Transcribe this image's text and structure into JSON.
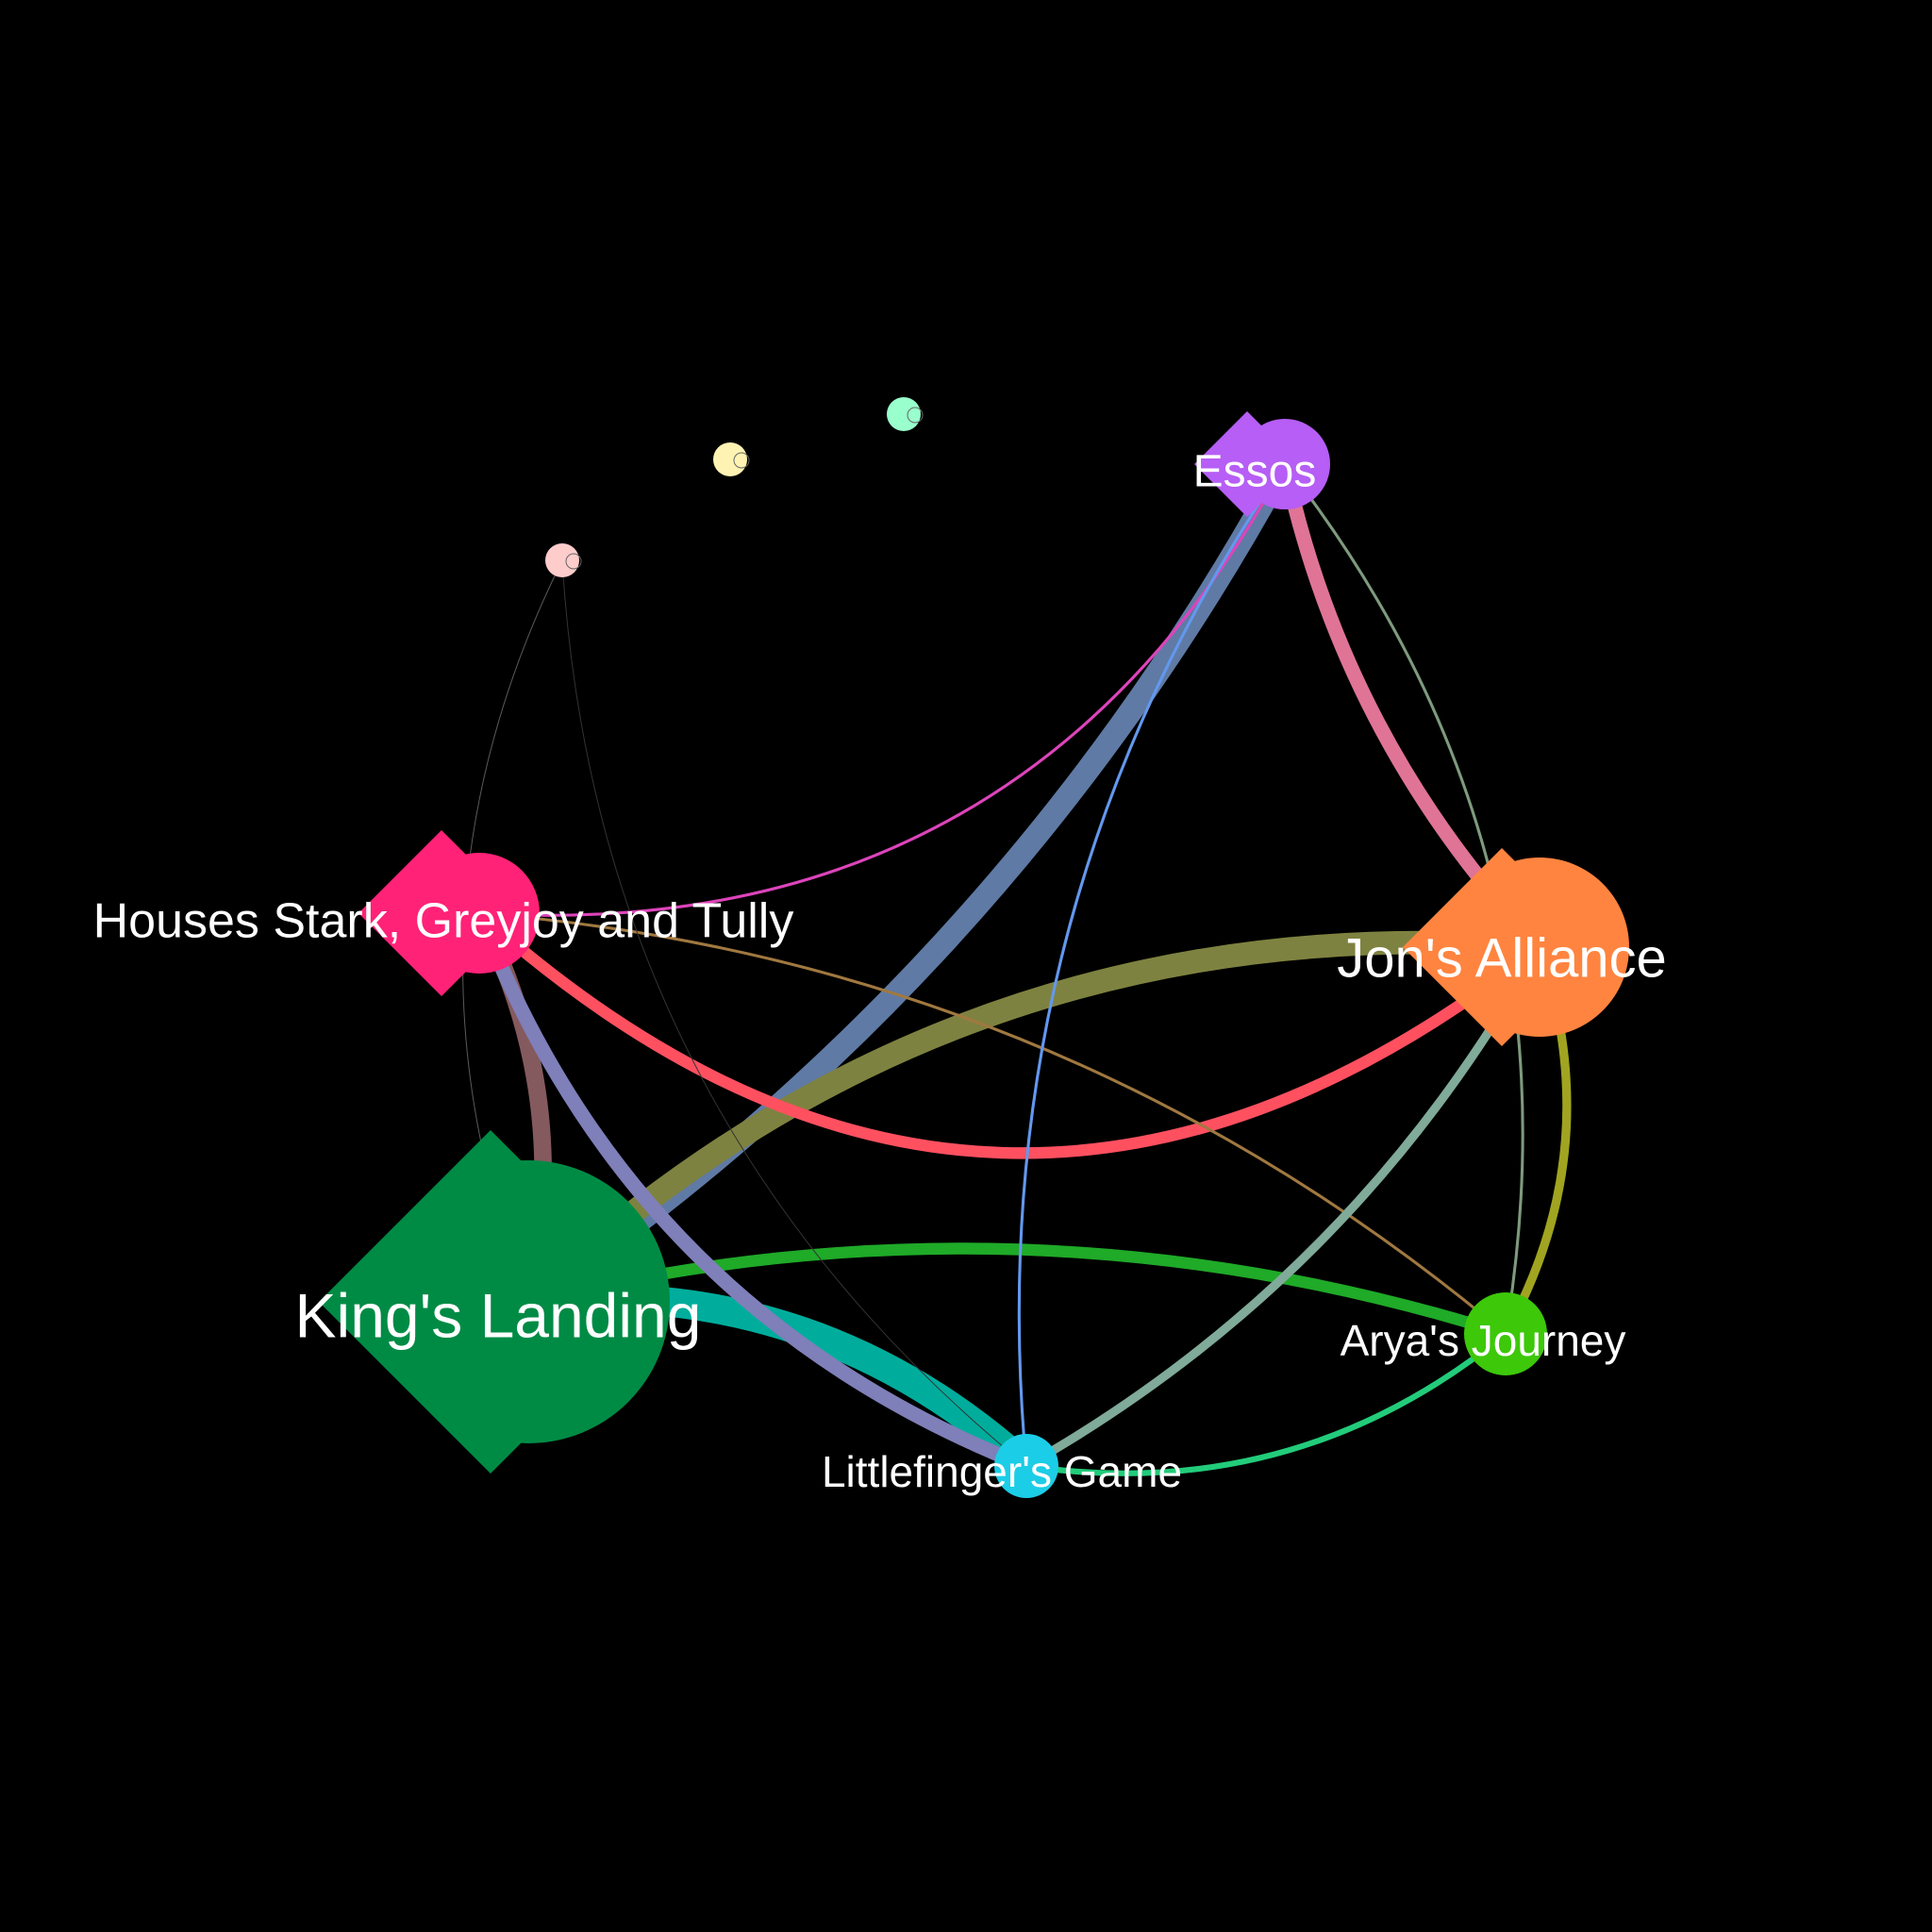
{
  "background": "#000000",
  "communities": [
    {
      "id": "kings_landing",
      "label": "King's Landing",
      "color": "#008b45",
      "size": 3
    },
    {
      "id": "jons_alliance",
      "label": "Jon's Alliance",
      "color": "#ff8440",
      "size": 3
    },
    {
      "id": "houses_stark",
      "label": "Houses Stark, Greyjoy and Tully",
      "color": "#ff2277",
      "size": 2
    },
    {
      "id": "essos",
      "label": "Essos",
      "color": "#b65ef5",
      "size": 2
    },
    {
      "id": "aryas_journey",
      "label": "Arya's Journey",
      "color": "#3dc80a",
      "size": 1
    },
    {
      "id": "littlefingers_game",
      "label": "Littlefinger's Game",
      "color": "#1ccde7",
      "size": 1
    },
    {
      "id": "small_pink",
      "label": "",
      "color": "#ffcccc",
      "size": 0
    },
    {
      "id": "small_yellow",
      "label": "",
      "color": "#fff3b3",
      "size": 0
    },
    {
      "id": "small_mint",
      "label": "",
      "color": "#99ffcc",
      "size": 0
    }
  ],
  "links": [
    {
      "source": "kings_landing",
      "target": "littlefingers_game",
      "color": "#00ad9c",
      "weight": 10
    },
    {
      "source": "kings_landing",
      "target": "essos",
      "color": "#5f7aa5",
      "weight": 8
    },
    {
      "source": "kings_landing",
      "target": "jons_alliance",
      "color": "#7e8240",
      "weight": 8
    },
    {
      "source": "kings_landing",
      "target": "houses_stark",
      "color": "#845a5e",
      "weight": 6
    },
    {
      "source": "kings_landing",
      "target": "aryas_journey",
      "color": "#1faa28",
      "weight": 4
    },
    {
      "source": "kings_landing",
      "target": "small_pink",
      "color": "#5a5a5a",
      "weight": 0.3
    },
    {
      "source": "houses_stark",
      "target": "jons_alliance",
      "color": "#ff5060",
      "weight": 4
    },
    {
      "source": "houses_stark",
      "target": "littlefingers_game",
      "color": "#7f7fba",
      "weight": 5
    },
    {
      "source": "houses_stark",
      "target": "essos",
      "color": "#dd44bb",
      "weight": 1
    },
    {
      "source": "houses_stark",
      "target": "aryas_journey",
      "color": "#a07840",
      "weight": 1
    },
    {
      "source": "essos",
      "target": "jons_alliance",
      "color": "#df7497",
      "weight": 5
    },
    {
      "source": "essos",
      "target": "littlefingers_game",
      "color": "#6398ee",
      "weight": 1
    },
    {
      "source": "essos",
      "target": "aryas_journey",
      "color": "#7e9a7e",
      "weight": 1
    },
    {
      "source": "jons_alliance",
      "target": "aryas_journey",
      "color": "#a0a420",
      "weight": 3
    },
    {
      "source": "jons_alliance",
      "target": "littlefingers_game",
      "color": "#80aa99",
      "weight": 3
    },
    {
      "source": "aryas_journey",
      "target": "littlefingers_game",
      "color": "#22cc7a",
      "weight": 2
    },
    {
      "source": "small_pink",
      "target": "littlefingers_game",
      "color": "#333333",
      "weight": 0.3
    }
  ]
}
